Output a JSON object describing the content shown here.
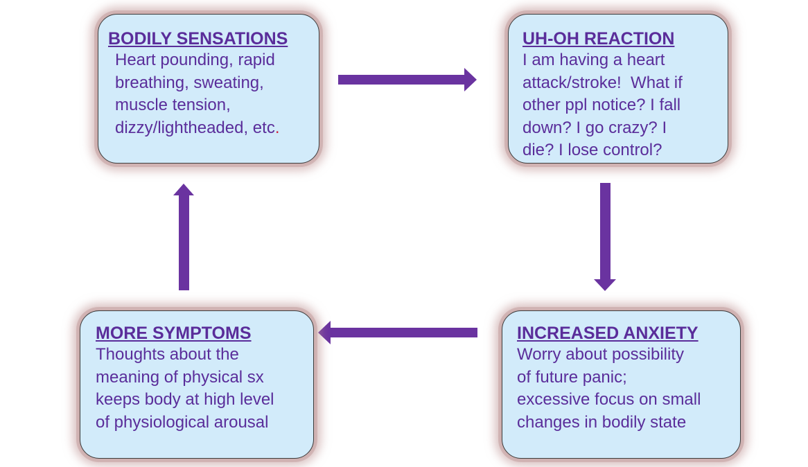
{
  "boxes": {
    "bodily_sensations": {
      "title": "BODILY SENSATIONS",
      "lines": [
        "Heart pounding, rapid",
        "breathing, sweating,",
        "muscle tension,",
        "dizzy/lightheaded, etc"
      ],
      "trailing_dot": "."
    },
    "uh_oh_reaction": {
      "title": "UH-OH REACTION",
      "lines": [
        "I am having a heart",
        "attack/stroke!  What if",
        "other ppl notice? I fall",
        "down? I go crazy? I",
        "die? I lose control?"
      ]
    },
    "increased_anxiety": {
      "title": "INCREASED ANXIETY",
      "lines": [
        "Worry about possibility",
        "of future panic;",
        "excessive focus on small",
        "changes in bodily state"
      ]
    },
    "more_symptoms": {
      "title": "MORE SYMPTOMS",
      "lines": [
        "Thoughts about the",
        "meaning of physical sx",
        "keeps body at high level",
        "of physiological arousal"
      ]
    }
  },
  "colors": {
    "box_fill": "#d2ebfa",
    "text": "#5a2d9a",
    "arrow": "#6a33a0",
    "glow": "#b98c8c",
    "accent_dot": "#d0263a"
  }
}
